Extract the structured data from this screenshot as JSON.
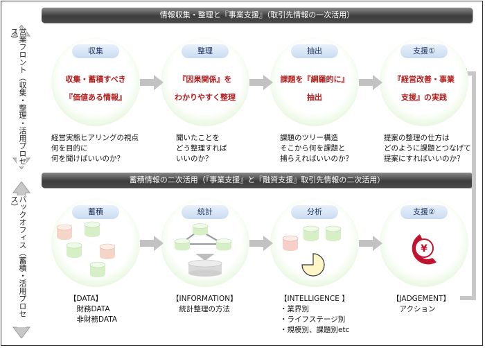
{
  "side_labels": {
    "front": "営業フロント（収集・整理・活用プロセス）",
    "back": "バックオフィス（蓄積・活用プロセス）"
  },
  "banners": {
    "top": "情報収集・整理と『事業支援』（取引先情報の一次活用）",
    "bottom": "蓄積情報の二次活用（『事業支援』と『融資支援』取引先情報の二次活用）"
  },
  "top_steps": [
    {
      "pill": "収集",
      "line1": "収集・蓄積すべき",
      "line2": "『価値ある情報』",
      "desc": "経営実態ヒアリングの視点\n何を目的に\n何を聞けばいいのか？"
    },
    {
      "pill": "整理",
      "line1": "『因果関係』を",
      "line2": "わかりやすく整理",
      "desc": "聞いたことを\nどう整理すれば\nいいのか？"
    },
    {
      "pill": "抽出",
      "line1": "課題を『網羅的に』",
      "line2": "抽出",
      "desc": "課題のツリー構造\nそこから何を課題と\n捕らえればいいのか？"
    },
    {
      "pill": "支援①",
      "line1": "『経営改善・事業",
      "line2": "支援』の実践",
      "desc": "提案の整理の仕方は\nどのように課題とつなげて\n提案にすればいいのか？"
    }
  ],
  "bottom_steps": [
    {
      "pill": "蓄積",
      "desc": "【DATA】\n　財務DATA\n　非財務DATA"
    },
    {
      "pill": "統計",
      "desc": "【INFORMATION】\n　統計整理の方法"
    },
    {
      "pill": "分析",
      "desc": "【INTELLIGENCE 】\n・業界別\n・ライフステージ別\n・規模別、課題別etc"
    },
    {
      "pill": "支援②",
      "desc": "【JADGEMENT】\n　アクション"
    }
  ],
  "colors": {
    "accent_red": "#b11c1c",
    "pill_text": "#1c2f5a",
    "circle_edge": "#c8ecba",
    "cylinder_pink": "#f6cfc9",
    "cylinder_green": "#d6efc7",
    "yen_red": "#c1122f"
  },
  "icons": {
    "yen": "¥"
  }
}
